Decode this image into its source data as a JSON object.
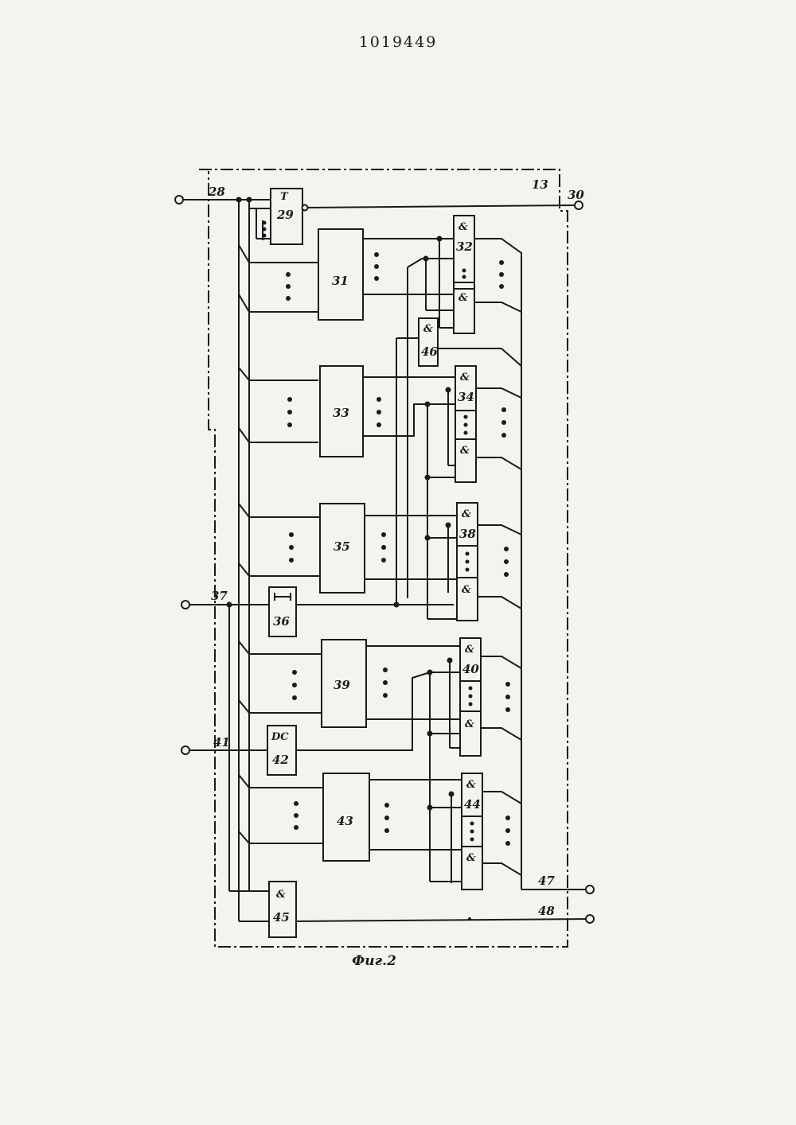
{
  "document": {
    "number": "1019449",
    "caption": "Фиг.2"
  },
  "diagram": {
    "frame_label": "13",
    "terminals": {
      "in_28": "28",
      "out_30": "30",
      "in_37": "37",
      "in_41": "41",
      "out_47": "47",
      "out_48": "48"
    },
    "blocks": {
      "b29": {
        "label": "29",
        "symbol": "T"
      },
      "b31": {
        "label": "31"
      },
      "b32": {
        "label": "32",
        "symbol": "&"
      },
      "b33": {
        "label": "33"
      },
      "b34": {
        "label": "34",
        "symbol": "&"
      },
      "b35": {
        "label": "35"
      },
      "b36": {
        "label": "36",
        "symbol": "⊢⊣"
      },
      "b38": {
        "label": "38",
        "symbol": "&"
      },
      "b39": {
        "label": "39"
      },
      "b40": {
        "label": "40",
        "symbol": "&"
      },
      "b42": {
        "label": "42",
        "symbol": "DC"
      },
      "b43": {
        "label": "43"
      },
      "b44": {
        "label": "44",
        "symbol": "&"
      },
      "b45": {
        "label": "45",
        "symbol": "&"
      },
      "b46": {
        "label": "46",
        "symbol": "&"
      }
    }
  }
}
